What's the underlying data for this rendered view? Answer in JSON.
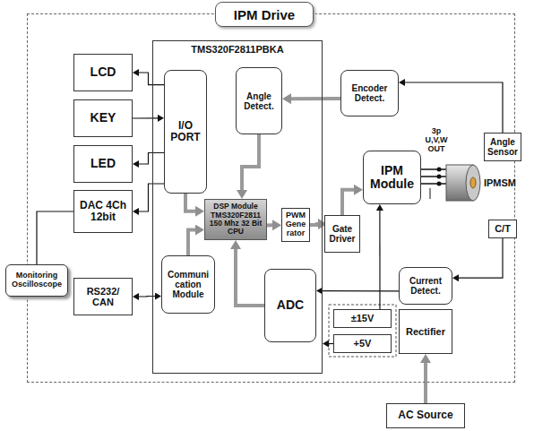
{
  "diagram": {
    "nodes": [
      {
        "text": [
          "IPM Drive"
        ]
      },
      {
        "text": [
          "LCD"
        ],
        "in": 0
      },
      {
        "text": [
          "KEY"
        ],
        "in": 0
      },
      {
        "text": [
          "LED"
        ],
        "in": 0
      },
      {
        "text": [
          "DAC 4Ch 12bit"
        ],
        "in": 0
      },
      {
        "text": [
          "RS232/ CAN"
        ],
        "in": 0
      },
      {
        "text": [
          "TMS320F2811PBKA"
        ],
        "in": 0
      },
      {
        "text": [
          "I/O PORT"
        ],
        "in": 6
      },
      {
        "text": [
          "Angle Detect."
        ],
        "in": 6
      },
      {
        "text": [
          "DSP Module TMS320F2811 150 Mhz 32 Bit CPU"
        ],
        "in": 6
      },
      {
        "text": [
          "Communi cation Module"
        ],
        "in": 6
      },
      {
        "text": [
          "PWM Gene rator"
        ],
        "in": 6
      },
      {
        "text": [
          "ADC"
        ],
        "in": 6
      },
      {
        "text": [
          "Encoder Detect."
        ],
        "in": 0
      },
      {
        "text": [
          "Gate Driver"
        ],
        "in": 0
      },
      {
        "text": [
          "IPM Module"
        ],
        "in": 0
      },
      {
        "text": [
          "Current Detect."
        ],
        "in": 0
      },
      {
        "text": [
          "±15V"
        ],
        "in": 0
      },
      {
        "text": [
          "+5V"
        ],
        "in": 0
      },
      {
        "text": [
          "Rectifier"
        ],
        "in": 0
      },
      {
        "text": [
          "Angle Sensor"
        ]
      },
      {
        "text": [
          "C/T"
        ]
      },
      {
        "text": [
          "AC Source"
        ]
      },
      {
        "text": [
          "Monitoring Oscilloscope"
        ]
      }
    ],
    "edges": [
      {
        "from": 7,
        "to": 1,
        "arrow": "to"
      },
      {
        "from": 2,
        "to": 7,
        "arrow": "to"
      },
      {
        "from": 7,
        "to": 3,
        "arrow": "to"
      },
      {
        "from": 7,
        "to": 4,
        "arrow": "to"
      },
      {
        "from": 4,
        "to": 23,
        "arrow": "none"
      },
      {
        "from": 10,
        "to": 5,
        "arrow": "both"
      },
      {
        "from": 20,
        "to": 13,
        "arrow": "to"
      },
      {
        "from": 13,
        "to": 8,
        "arrow": "to"
      },
      {
        "from": 8,
        "to": 9,
        "arrow": "to"
      },
      {
        "from": 7,
        "to": 9,
        "arrow": "to"
      },
      {
        "from": 10,
        "to": 9,
        "arrow": "to"
      },
      {
        "from": 9,
        "to": 11,
        "arrow": "to"
      },
      {
        "from": 11,
        "to": 14,
        "arrow": "to"
      },
      {
        "from": 14,
        "to": 15,
        "arrow": "to"
      },
      {
        "from": 12,
        "to": 9,
        "arrow": "to"
      },
      {
        "from": 21,
        "to": 16,
        "arrow": "to"
      },
      {
        "from": 16,
        "to": 12,
        "arrow": "to"
      },
      {
        "from": 17,
        "to": 15,
        "arrow": "to"
      },
      {
        "from": 18,
        "to": 6,
        "arrow": "to"
      },
      {
        "from": 22,
        "to": 19,
        "arrow": "to"
      }
    ],
    "labels": [
      "3p U,V,W OUT",
      "IPMSM"
    ]
  }
}
